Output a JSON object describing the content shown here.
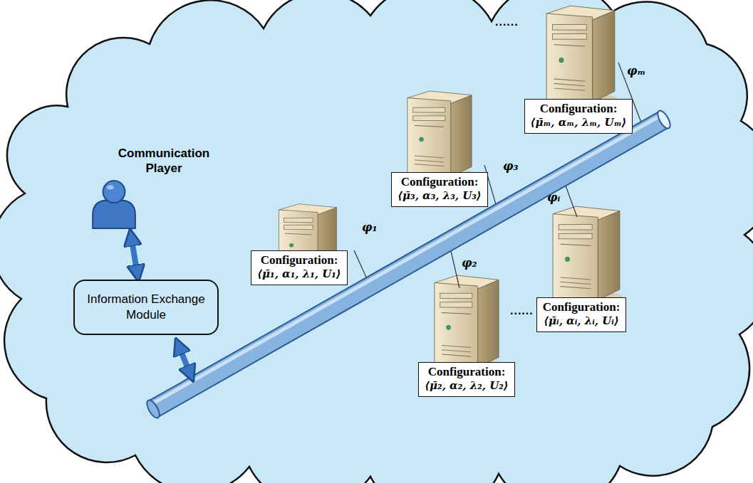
{
  "diagram": {
    "nodes": [
      {
        "text": [
          "Communication Player"
        ]
      },
      {
        "text": [
          "Information Exchange Module"
        ]
      },
      {
        "text": [
          "Configuration:",
          "⟨μ̄ₘ, αₘ, λₘ, Uₘ⟩"
        ]
      },
      {
        "text": [
          "Configuration:",
          "⟨μ̄₃, α₃, λ₃, U₃⟩"
        ]
      },
      {
        "text": [
          "Configuration:",
          "⟨μ̄₁, α₁, λ₁, U₁⟩"
        ]
      },
      {
        "text": [
          "Configuration:",
          "⟨μ̄ᵢ, αᵢ, λᵢ, Uᵢ⟩"
        ]
      },
      {
        "text": [
          "Configuration:",
          "⟨μ̄₂, α₂, λ₂, U₂⟩"
        ]
      }
    ],
    "edges": [
      {
        "from": 0,
        "to": 1,
        "arrow": "both"
      }
    ],
    "labels": [
      "......",
      "......",
      "φₘ",
      "φ₃",
      "φ₁",
      "φᵢ",
      "φ₂"
    ]
  }
}
